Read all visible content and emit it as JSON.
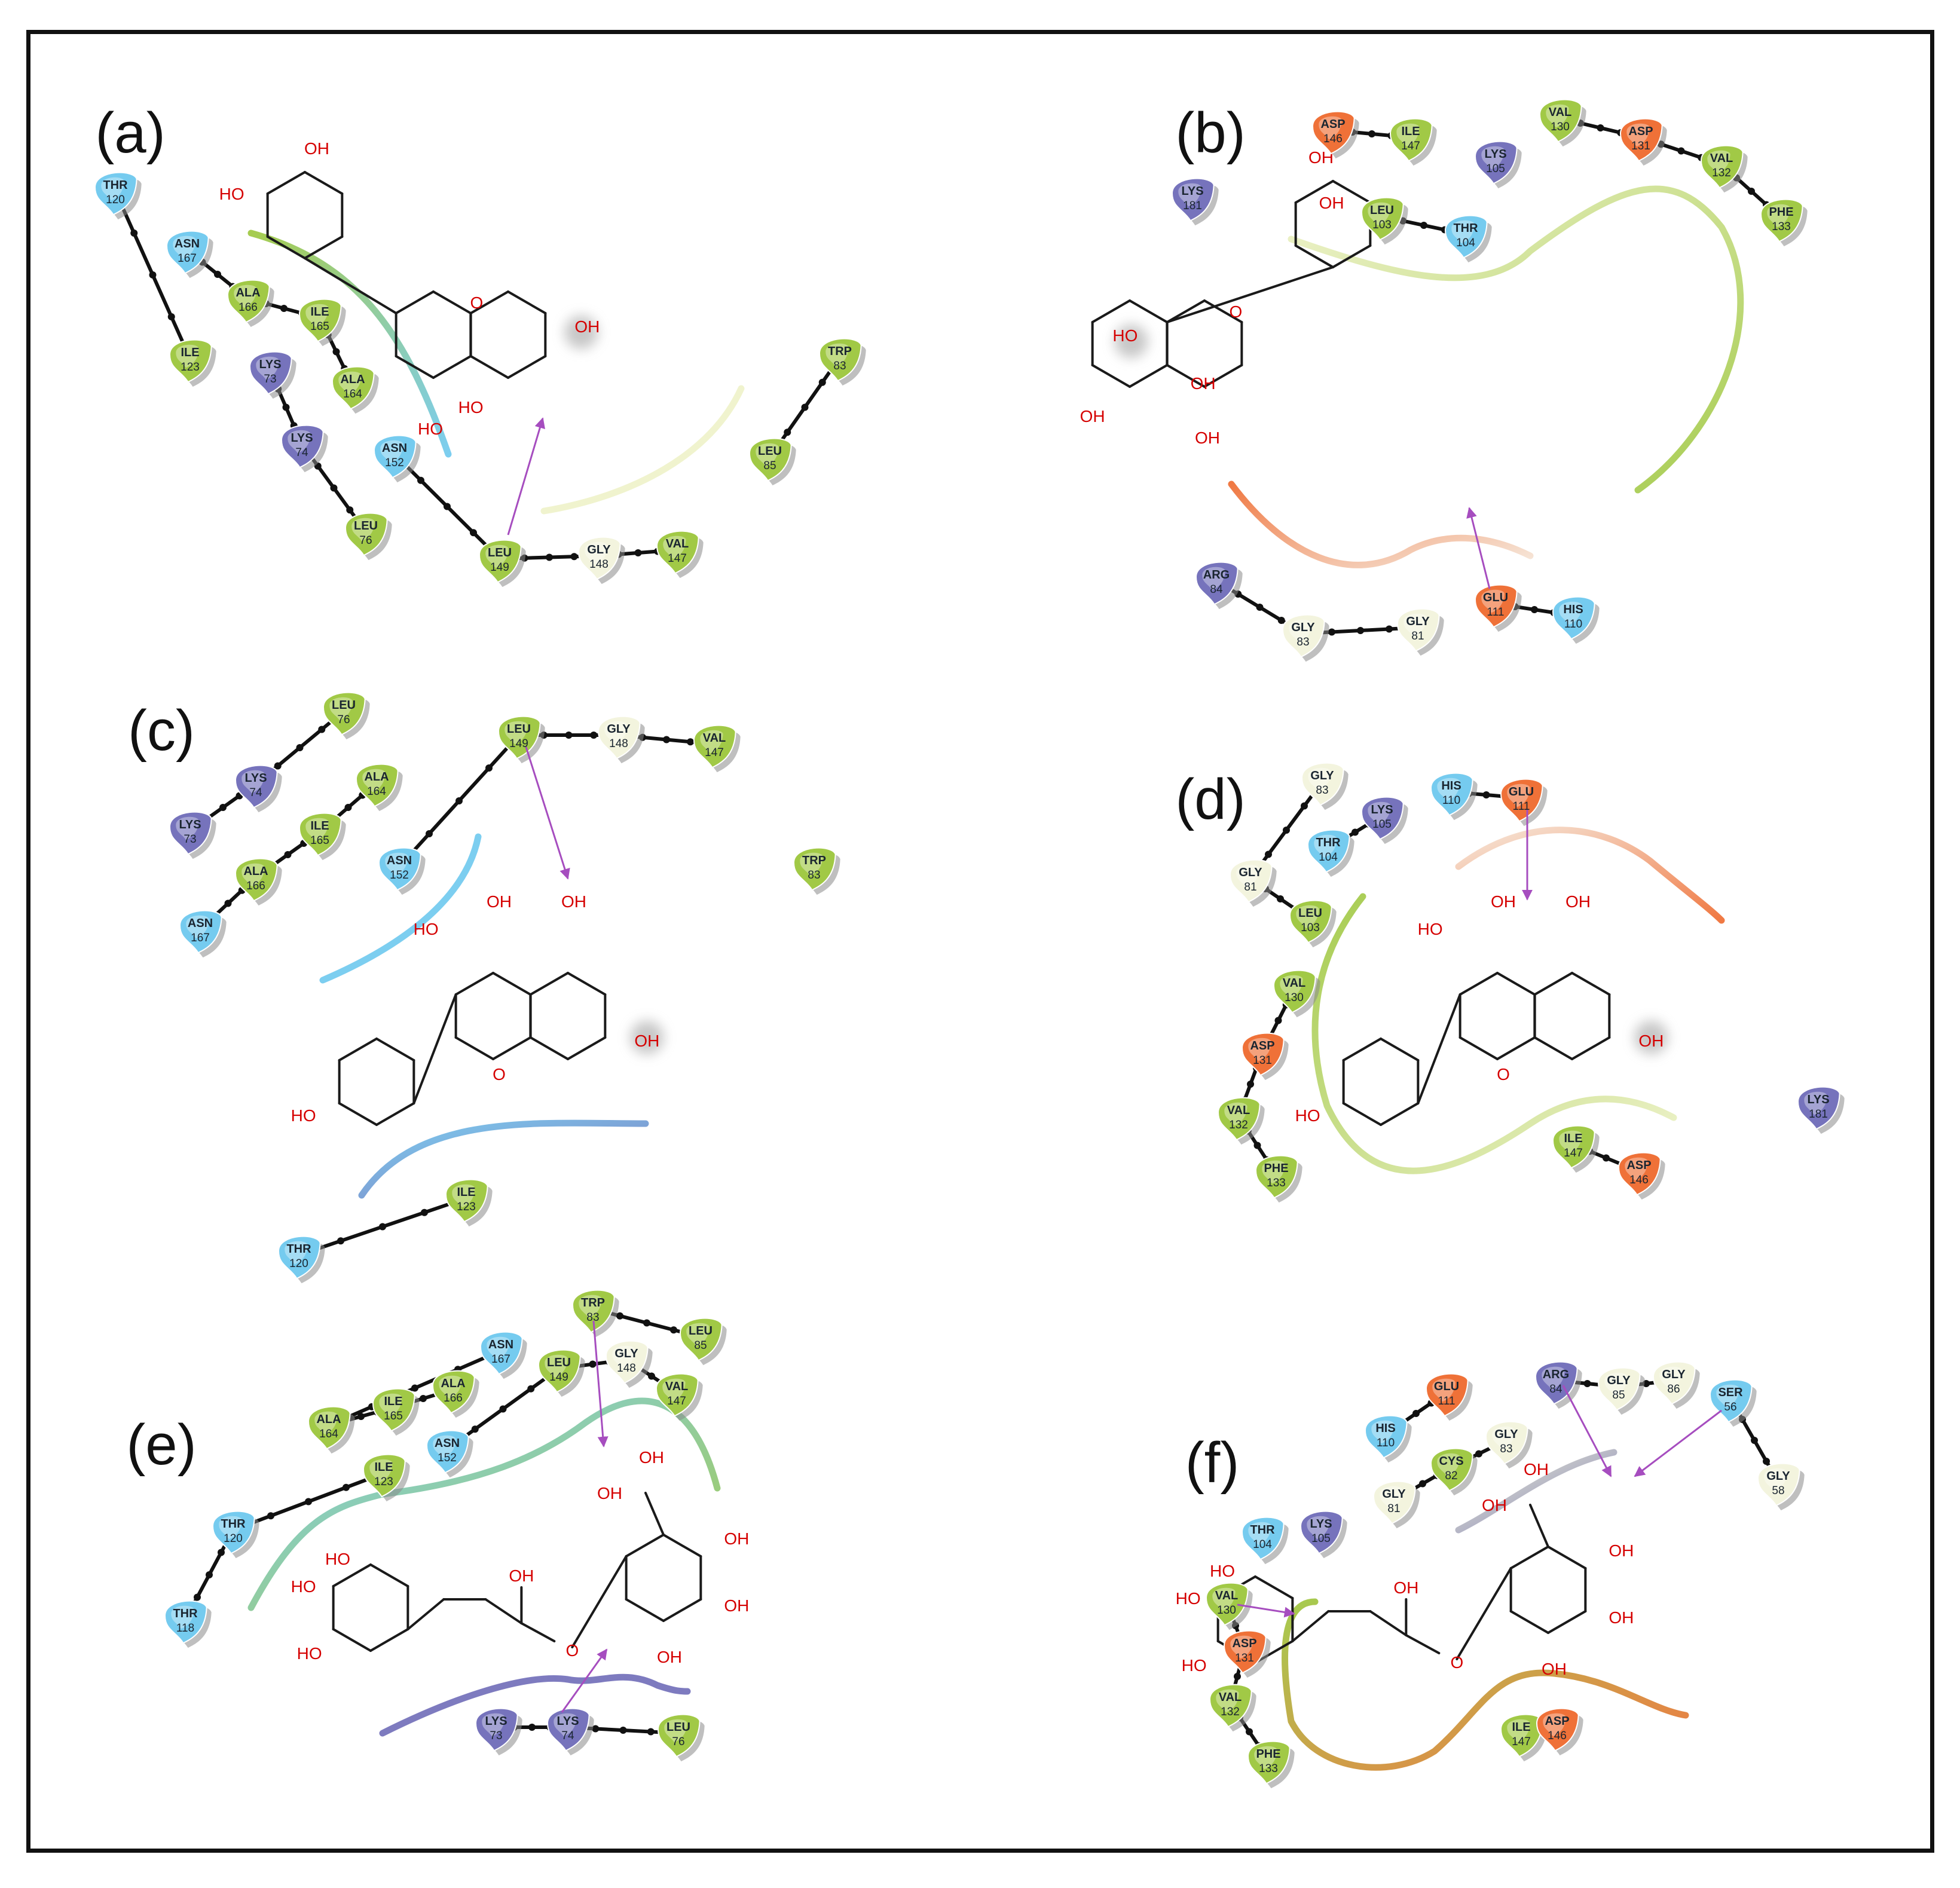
{
  "colors": {
    "hydrophobic": "#9cc63c",
    "polar": "#6ec8ee",
    "positive": "#6f6cb8",
    "negative": "#ee6a2e",
    "glycine": "#f2f3dc",
    "hbond_arrow": "#a64dbf",
    "oxygen_text": "#d50000"
  },
  "panels": [
    {
      "id": "a",
      "label": "(a)",
      "hydroxyls": [
        "OH",
        "HO",
        "OH",
        "HO",
        "HO",
        "HO"
      ],
      "ring_oxygen": "O",
      "residues": [
        {
          "name": "THR",
          "num": "120",
          "kind": "polar"
        },
        {
          "name": "ASN",
          "num": "167",
          "kind": "polar"
        },
        {
          "name": "ALA",
          "num": "166",
          "kind": "hydrophobic"
        },
        {
          "name": "ILE",
          "num": "165",
          "kind": "hydrophobic"
        },
        {
          "name": "ALA",
          "num": "164",
          "kind": "hydrophobic"
        },
        {
          "name": "ILE",
          "num": "123",
          "kind": "hydrophobic"
        },
        {
          "name": "LYS",
          "num": "73",
          "kind": "positive"
        },
        {
          "name": "LYS",
          "num": "74",
          "kind": "positive"
        },
        {
          "name": "LEU",
          "num": "76",
          "kind": "hydrophobic"
        },
        {
          "name": "ASN",
          "num": "152",
          "kind": "polar"
        },
        {
          "name": "LEU",
          "num": "149",
          "kind": "hydrophobic"
        },
        {
          "name": "GLY",
          "num": "148",
          "kind": "glycine"
        },
        {
          "name": "VAL",
          "num": "147",
          "kind": "hydrophobic"
        },
        {
          "name": "TRP",
          "num": "83",
          "kind": "hydrophobic"
        },
        {
          "name": "LEU",
          "num": "85",
          "kind": "hydrophobic"
        }
      ]
    },
    {
      "id": "b",
      "label": "(b)",
      "hydroxyls": [
        "OH",
        "OH",
        "HO",
        "OH",
        "OH",
        "OH"
      ],
      "ring_oxygen": "O",
      "residues": [
        {
          "name": "ASP",
          "num": "146",
          "kind": "negative"
        },
        {
          "name": "ILE",
          "num": "147",
          "kind": "hydrophobic"
        },
        {
          "name": "VAL",
          "num": "130",
          "kind": "hydrophobic"
        },
        {
          "name": "ASP",
          "num": "131",
          "kind": "negative"
        },
        {
          "name": "VAL",
          "num": "132",
          "kind": "hydrophobic"
        },
        {
          "name": "PHE",
          "num": "133",
          "kind": "hydrophobic"
        },
        {
          "name": "LYS",
          "num": "181",
          "kind": "positive"
        },
        {
          "name": "LYS",
          "num": "105",
          "kind": "positive"
        },
        {
          "name": "LEU",
          "num": "103",
          "kind": "hydrophobic"
        },
        {
          "name": "THR",
          "num": "104",
          "kind": "polar"
        },
        {
          "name": "ARG",
          "num": "84",
          "kind": "positive"
        },
        {
          "name": "GLY",
          "num": "83",
          "kind": "glycine"
        },
        {
          "name": "GLY",
          "num": "81",
          "kind": "glycine"
        },
        {
          "name": "GLU",
          "num": "111",
          "kind": "negative"
        },
        {
          "name": "HIS",
          "num": "110",
          "kind": "polar"
        }
      ]
    },
    {
      "id": "c",
      "label": "(c)",
      "hydroxyls": [
        "OH",
        "OH",
        "HO",
        "OH",
        "HO"
      ],
      "ring_oxygen": "O",
      "residues": [
        {
          "name": "LEU",
          "num": "76",
          "kind": "hydrophobic"
        },
        {
          "name": "LYS",
          "num": "74",
          "kind": "positive"
        },
        {
          "name": "LYS",
          "num": "73",
          "kind": "positive"
        },
        {
          "name": "ALA",
          "num": "164",
          "kind": "hydrophobic"
        },
        {
          "name": "ILE",
          "num": "165",
          "kind": "hydrophobic"
        },
        {
          "name": "ALA",
          "num": "166",
          "kind": "hydrophobic"
        },
        {
          "name": "ASN",
          "num": "167",
          "kind": "polar"
        },
        {
          "name": "LEU",
          "num": "149",
          "kind": "hydrophobic"
        },
        {
          "name": "GLY",
          "num": "148",
          "kind": "glycine"
        },
        {
          "name": "VAL",
          "num": "147",
          "kind": "hydrophobic"
        },
        {
          "name": "ASN",
          "num": "152",
          "kind": "polar"
        },
        {
          "name": "TRP",
          "num": "83",
          "kind": "hydrophobic"
        },
        {
          "name": "ILE",
          "num": "123",
          "kind": "hydrophobic"
        },
        {
          "name": "THR",
          "num": "120",
          "kind": "polar"
        }
      ]
    },
    {
      "id": "d",
      "label": "(d)",
      "hydroxyls": [
        "OH",
        "OH",
        "HO",
        "OH",
        "HO"
      ],
      "ring_oxygen": "O",
      "residues": [
        {
          "name": "GLY",
          "num": "83",
          "kind": "glycine"
        },
        {
          "name": "LYS",
          "num": "105",
          "kind": "positive"
        },
        {
          "name": "THR",
          "num": "104",
          "kind": "polar"
        },
        {
          "name": "GLY",
          "num": "81",
          "kind": "glycine"
        },
        {
          "name": "LEU",
          "num": "103",
          "kind": "hydrophobic"
        },
        {
          "name": "HIS",
          "num": "110",
          "kind": "polar"
        },
        {
          "name": "GLU",
          "num": "111",
          "kind": "negative"
        },
        {
          "name": "VAL",
          "num": "130",
          "kind": "hydrophobic"
        },
        {
          "name": "ASP",
          "num": "131",
          "kind": "negative"
        },
        {
          "name": "VAL",
          "num": "132",
          "kind": "hydrophobic"
        },
        {
          "name": "PHE",
          "num": "133",
          "kind": "hydrophobic"
        },
        {
          "name": "ILE",
          "num": "147",
          "kind": "hydrophobic"
        },
        {
          "name": "ASP",
          "num": "146",
          "kind": "negative"
        },
        {
          "name": "LYS",
          "num": "181",
          "kind": "positive"
        }
      ]
    },
    {
      "id": "e",
      "label": "(e)",
      "hydroxyls": [
        "OH",
        "HO",
        "OH",
        "OH",
        "HO",
        "HO",
        "OH",
        "OH"
      ],
      "ring_oxygen": "O",
      "residues": [
        {
          "name": "TRP",
          "num": "83",
          "kind": "hydrophobic"
        },
        {
          "name": "LEU",
          "num": "85",
          "kind": "hydrophobic"
        },
        {
          "name": "ASN",
          "num": "167",
          "kind": "polar"
        },
        {
          "name": "LEU",
          "num": "149",
          "kind": "hydrophobic"
        },
        {
          "name": "GLY",
          "num": "148",
          "kind": "glycine"
        },
        {
          "name": "VAL",
          "num": "147",
          "kind": "hydrophobic"
        },
        {
          "name": "ALA",
          "num": "166",
          "kind": "hydrophobic"
        },
        {
          "name": "ILE",
          "num": "165",
          "kind": "hydrophobic"
        },
        {
          "name": "ALA",
          "num": "164",
          "kind": "hydrophobic"
        },
        {
          "name": "ASN",
          "num": "152",
          "kind": "polar"
        },
        {
          "name": "ILE",
          "num": "123",
          "kind": "hydrophobic"
        },
        {
          "name": "THR",
          "num": "120",
          "kind": "polar"
        },
        {
          "name": "THR",
          "num": "118",
          "kind": "polar"
        },
        {
          "name": "LYS",
          "num": "73",
          "kind": "positive"
        },
        {
          "name": "LYS",
          "num": "74",
          "kind": "positive"
        },
        {
          "name": "LEU",
          "num": "76",
          "kind": "hydrophobic"
        }
      ]
    },
    {
      "id": "f",
      "label": "(f)",
      "hydroxyls": [
        "OH",
        "HO",
        "OH",
        "OH",
        "HO",
        "HO",
        "OH",
        "OH"
      ],
      "ring_oxygen": "O",
      "residues": [
        {
          "name": "GLU",
          "num": "111",
          "kind": "negative"
        },
        {
          "name": "ARG",
          "num": "84",
          "kind": "positive"
        },
        {
          "name": "GLY",
          "num": "85",
          "kind": "glycine"
        },
        {
          "name": "GLY",
          "num": "86",
          "kind": "glycine"
        },
        {
          "name": "HIS",
          "num": "110",
          "kind": "polar"
        },
        {
          "name": "GLY",
          "num": "83",
          "kind": "glycine"
        },
        {
          "name": "SER",
          "num": "56",
          "kind": "polar"
        },
        {
          "name": "CYS",
          "num": "82",
          "kind": "hydrophobic"
        },
        {
          "name": "GLY",
          "num": "81",
          "kind": "glycine"
        },
        {
          "name": "GLY",
          "num": "58",
          "kind": "glycine"
        },
        {
          "name": "THR",
          "num": "104",
          "kind": "polar"
        },
        {
          "name": "LYS",
          "num": "105",
          "kind": "positive"
        },
        {
          "name": "VAL",
          "num": "130",
          "kind": "hydrophobic"
        },
        {
          "name": "ASP",
          "num": "131",
          "kind": "negative"
        },
        {
          "name": "VAL",
          "num": "132",
          "kind": "hydrophobic"
        },
        {
          "name": "PHE",
          "num": "133",
          "kind": "hydrophobic"
        },
        {
          "name": "ILE",
          "num": "147",
          "kind": "hydrophobic"
        },
        {
          "name": "ASP",
          "num": "146",
          "kind": "negative"
        }
      ]
    }
  ]
}
